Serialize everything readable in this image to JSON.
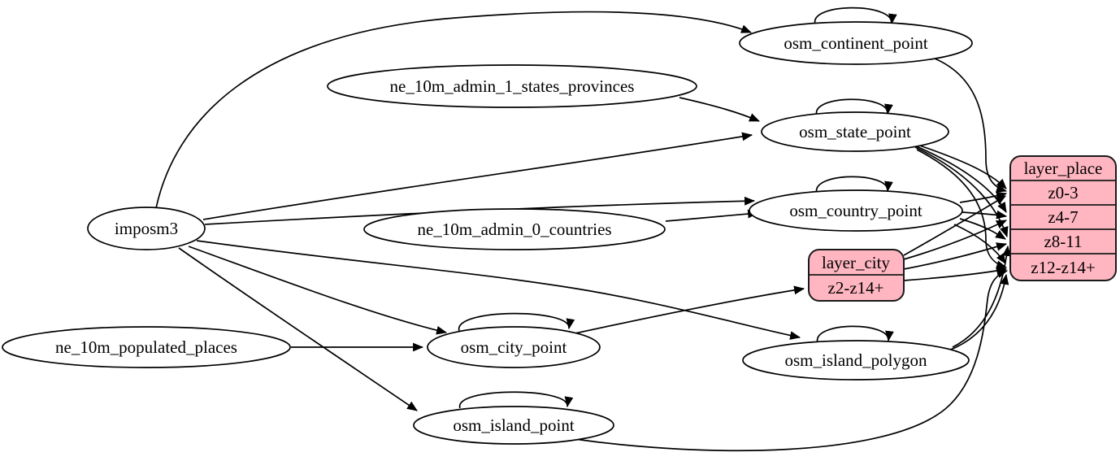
{
  "colors": {
    "background": "#ffffff",
    "node_fill": "#ffffff",
    "record_fill": "#ffb6c1",
    "stroke": "#000000"
  },
  "nodes": {
    "imposm3": {
      "label": "imposm3"
    },
    "ne_10m_admin_1_states_provinces": {
      "label": "ne_10m_admin_1_states_provinces"
    },
    "ne_10m_admin_0_countries": {
      "label": "ne_10m_admin_0_countries"
    },
    "ne_10m_populated_places": {
      "label": "ne_10m_populated_places"
    },
    "osm_continent_point": {
      "label": "osm_continent_point"
    },
    "osm_state_point": {
      "label": "osm_state_point"
    },
    "osm_country_point": {
      "label": "osm_country_point"
    },
    "osm_city_point": {
      "label": "osm_city_point"
    },
    "osm_island_polygon": {
      "label": "osm_island_polygon"
    },
    "osm_island_point": {
      "label": "osm_island_point"
    }
  },
  "records": {
    "layer_place": {
      "title": "layer_place",
      "rows": [
        "z0-3",
        "z4-7",
        "z8-11",
        "z12-z14+"
      ]
    },
    "layer_city": {
      "title": "layer_city",
      "rows": [
        "z2-z14+"
      ]
    }
  },
  "edges": [
    {
      "from": "imposm3",
      "to": "osm_continent_point"
    },
    {
      "from": "imposm3",
      "to": "osm_state_point"
    },
    {
      "from": "imposm3",
      "to": "osm_country_point"
    },
    {
      "from": "imposm3",
      "to": "osm_city_point"
    },
    {
      "from": "imposm3",
      "to": "osm_island_polygon"
    },
    {
      "from": "imposm3",
      "to": "osm_island_point"
    },
    {
      "from": "ne_10m_admin_1_states_provinces",
      "to": "osm_state_point"
    },
    {
      "from": "ne_10m_admin_0_countries",
      "to": "osm_country_point"
    },
    {
      "from": "ne_10m_populated_places",
      "to": "osm_city_point"
    },
    {
      "from": "osm_continent_point",
      "to": "osm_continent_point"
    },
    {
      "from": "osm_state_point",
      "to": "osm_state_point"
    },
    {
      "from": "osm_country_point",
      "to": "osm_country_point"
    },
    {
      "from": "osm_city_point",
      "to": "osm_city_point"
    },
    {
      "from": "osm_island_polygon",
      "to": "osm_island_polygon"
    },
    {
      "from": "osm_island_point",
      "to": "osm_island_point"
    },
    {
      "from": "osm_continent_point",
      "to": "layer_place:z0-3"
    },
    {
      "from": "osm_state_point",
      "to": "layer_place:z0-3"
    },
    {
      "from": "osm_state_point",
      "to": "layer_place:z4-7"
    },
    {
      "from": "osm_state_point",
      "to": "layer_place:z8-11"
    },
    {
      "from": "osm_state_point",
      "to": "layer_place:z12-z14+"
    },
    {
      "from": "osm_country_point",
      "to": "layer_place:z0-3"
    },
    {
      "from": "osm_country_point",
      "to": "layer_place:z4-7"
    },
    {
      "from": "osm_country_point",
      "to": "layer_place:z8-11"
    },
    {
      "from": "osm_country_point",
      "to": "layer_place:z12-z14+"
    },
    {
      "from": "osm_city_point",
      "to": "layer_city:z2-z14+"
    },
    {
      "from": "layer_city",
      "to": "layer_place:z0-3"
    },
    {
      "from": "layer_city",
      "to": "layer_place:z4-7"
    },
    {
      "from": "layer_city",
      "to": "layer_place:z8-11"
    },
    {
      "from": "layer_city",
      "to": "layer_place:z12-z14+"
    },
    {
      "from": "osm_island_polygon",
      "to": "layer_place:z8-11"
    },
    {
      "from": "osm_island_polygon",
      "to": "layer_place:z12-z14+"
    },
    {
      "from": "osm_island_point",
      "to": "layer_place:z12-z14+"
    }
  ]
}
